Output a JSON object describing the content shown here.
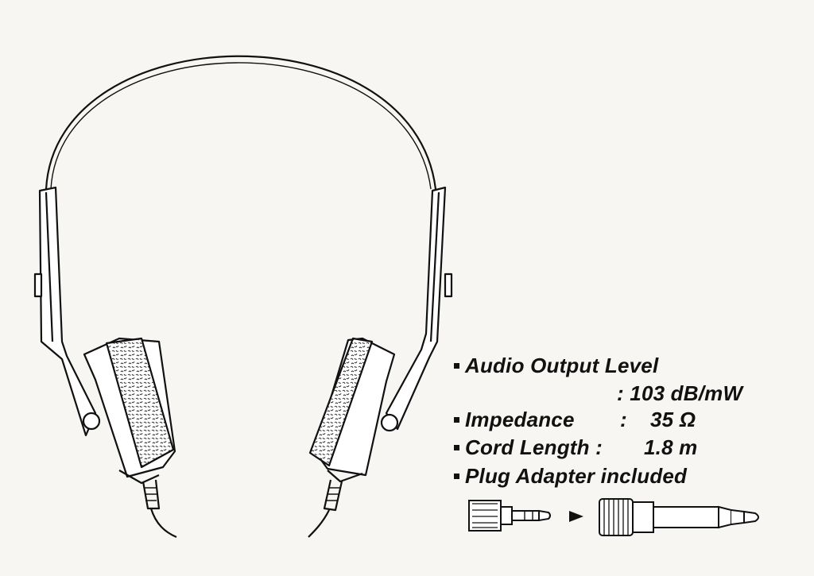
{
  "specs": {
    "audio_output_label": "Audio Output Level",
    "audio_output_value": ": 103 dB/mW",
    "impedance_label": "Impedance",
    "impedance_sep": ":",
    "impedance_value": "35 Ω",
    "cord_length_label": "Cord Length :",
    "cord_length_value": "1.8 m",
    "plug_adapter_label": "Plug Adapter included"
  },
  "colors": {
    "ink": "#111111",
    "paper": "#f7f6f3"
  },
  "icons": [
    "headphones-illustration",
    "mini-plug-icon",
    "arrow-right-icon",
    "large-plug-icon"
  ]
}
